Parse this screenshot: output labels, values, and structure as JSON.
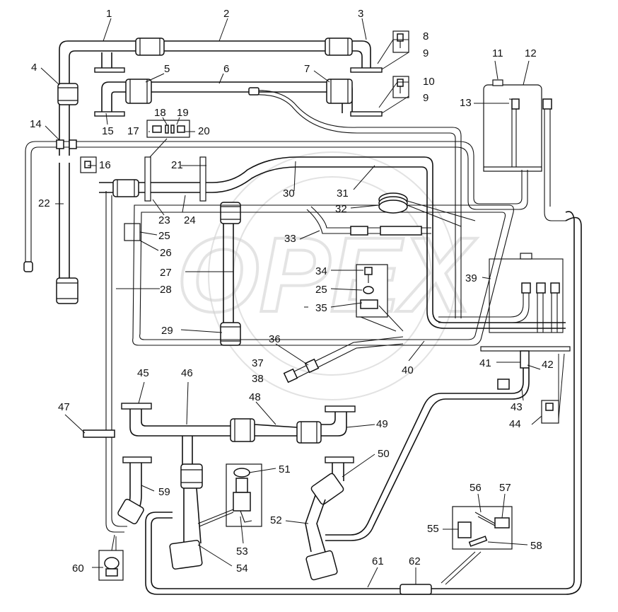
{
  "diagram": {
    "watermark": "OPEX",
    "callouts": [
      {
        "id": "c1",
        "text": "1"
      },
      {
        "id": "c2",
        "text": "2"
      },
      {
        "id": "c3",
        "text": "3"
      },
      {
        "id": "c4",
        "text": "4"
      },
      {
        "id": "c5",
        "text": "5"
      },
      {
        "id": "c6",
        "text": "6"
      },
      {
        "id": "c7",
        "text": "7"
      },
      {
        "id": "c8",
        "text": "8"
      },
      {
        "id": "c9a",
        "text": "9"
      },
      {
        "id": "c9b",
        "text": "9"
      },
      {
        "id": "c10",
        "text": "10"
      },
      {
        "id": "c11",
        "text": "11"
      },
      {
        "id": "c12",
        "text": "12"
      },
      {
        "id": "c13",
        "text": "13"
      },
      {
        "id": "c14",
        "text": "14"
      },
      {
        "id": "c15",
        "text": "15"
      },
      {
        "id": "c16",
        "text": "16"
      },
      {
        "id": "c17",
        "text": "17"
      },
      {
        "id": "c18",
        "text": "18"
      },
      {
        "id": "c19",
        "text": "19"
      },
      {
        "id": "c20",
        "text": "20"
      },
      {
        "id": "c21",
        "text": "21"
      },
      {
        "id": "c22",
        "text": "22"
      },
      {
        "id": "c23",
        "text": "23"
      },
      {
        "id": "c24",
        "text": "24"
      },
      {
        "id": "c25a",
        "text": "25"
      },
      {
        "id": "c25b",
        "text": "25"
      },
      {
        "id": "c26",
        "text": "26"
      },
      {
        "id": "c27",
        "text": "27"
      },
      {
        "id": "c28",
        "text": "28"
      },
      {
        "id": "c29",
        "text": "29"
      },
      {
        "id": "c30",
        "text": "30"
      },
      {
        "id": "c31",
        "text": "31"
      },
      {
        "id": "c32",
        "text": "32"
      },
      {
        "id": "c33",
        "text": "33"
      },
      {
        "id": "c34",
        "text": "34"
      },
      {
        "id": "c35",
        "text": "35"
      },
      {
        "id": "c36",
        "text": "36"
      },
      {
        "id": "c37",
        "text": "37"
      },
      {
        "id": "c38",
        "text": "38"
      },
      {
        "id": "c39",
        "text": "39"
      },
      {
        "id": "c40",
        "text": "40"
      },
      {
        "id": "c41",
        "text": "41"
      },
      {
        "id": "c42",
        "text": "42"
      },
      {
        "id": "c43",
        "text": "43"
      },
      {
        "id": "c44",
        "text": "44"
      },
      {
        "id": "c45",
        "text": "45"
      },
      {
        "id": "c46",
        "text": "46"
      },
      {
        "id": "c47",
        "text": "47"
      },
      {
        "id": "c48",
        "text": "48"
      },
      {
        "id": "c49",
        "text": "49"
      },
      {
        "id": "c50",
        "text": "50"
      },
      {
        "id": "c51",
        "text": "51"
      },
      {
        "id": "c52",
        "text": "52"
      },
      {
        "id": "c53",
        "text": "53"
      },
      {
        "id": "c54",
        "text": "54"
      },
      {
        "id": "c55",
        "text": "55"
      },
      {
        "id": "c56",
        "text": "56"
      },
      {
        "id": "c57",
        "text": "57"
      },
      {
        "id": "c58",
        "text": "58"
      },
      {
        "id": "c59",
        "text": "59"
      },
      {
        "id": "c60",
        "text": "60"
      },
      {
        "id": "c61",
        "text": "61"
      },
      {
        "id": "c62",
        "text": "62"
      }
    ]
  }
}
